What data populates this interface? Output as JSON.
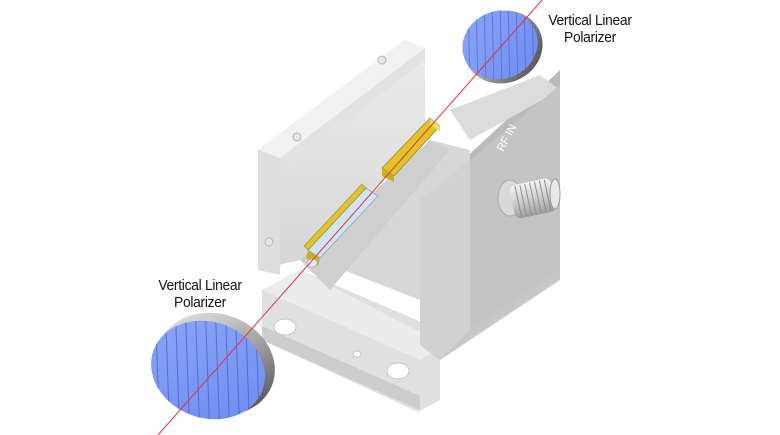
{
  "diagram": {
    "title": "Electro-optic modulator with crossed polarizers",
    "labels": {
      "top_polarizer": {
        "line1": "Vertical Linear",
        "line2": "Polarizer"
      },
      "bottom_polarizer": {
        "line1": "Vertical Linear",
        "line2": "Polarizer"
      },
      "connector": "RF IN"
    },
    "components": [
      {
        "name": "Vertical Linear Polarizer (input)",
        "position": "bottom-left"
      },
      {
        "name": "Modulator housing",
        "position": "center"
      },
      {
        "name": "Electro-optic crystals",
        "count": 2,
        "position": "center"
      },
      {
        "name": "RF IN connector",
        "position": "right"
      },
      {
        "name": "Vertical Linear Polarizer (output)",
        "position": "top-right"
      }
    ],
    "colors": {
      "beam": "#e8323c",
      "polarizer_glass": "#7f9cf5",
      "polarizer_lines": "#4a5fc9",
      "housing": "#e4e4e4",
      "housing_shadow": "#c9c9c9",
      "crystal_gold": "#e0c328",
      "crystal_glass": "#cfe3f2"
    }
  }
}
